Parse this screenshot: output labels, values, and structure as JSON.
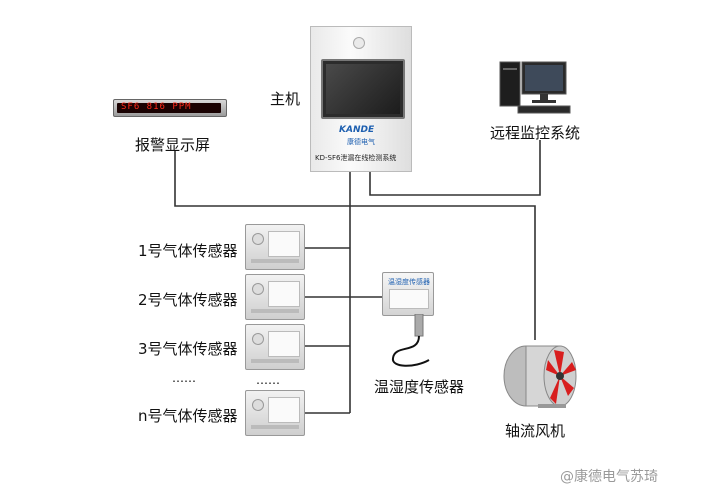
{
  "main_unit": {
    "label": "主机",
    "brand": "KANDE",
    "brand_cn": "康德电气",
    "model_caption": "KD-SF6泄漏在线检测系统"
  },
  "alarm_display": {
    "label": "报警显示屏",
    "screen_text": "SF6  816 PPM",
    "screen_color": "#ff2a1a"
  },
  "remote_monitor": {
    "label": "远程监控系统"
  },
  "sensors": [
    {
      "label": "1号气体传感器"
    },
    {
      "label": "2号气体传感器"
    },
    {
      "label": "3号气体传感器"
    },
    {
      "label": "n号气体传感器"
    }
  ],
  "ellipsis": {
    "left": "……",
    "device": "……"
  },
  "humidity_sensor": {
    "label": "温湿度传感器",
    "panel_text": "温湿度传感器"
  },
  "fan": {
    "label": "轴流风机",
    "blade_color": "#d81e1e"
  },
  "watermark": {
    "text": "@康德电气苏琦"
  },
  "colors": {
    "wire": "#333333"
  }
}
